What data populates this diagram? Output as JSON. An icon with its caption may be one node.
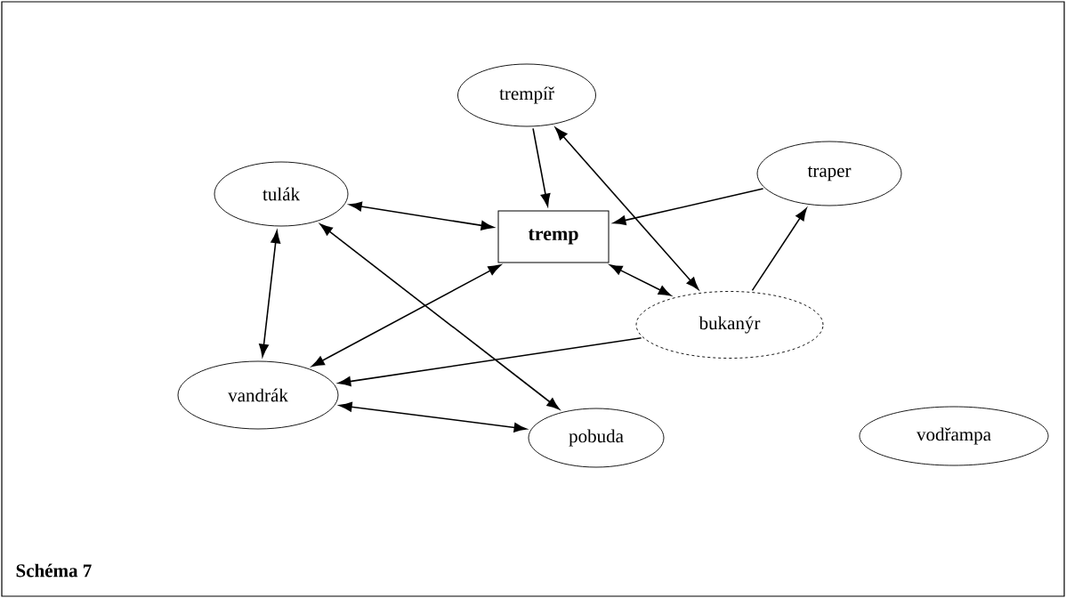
{
  "diagram": {
    "caption": "Schéma 7",
    "nodes": [
      {
        "text": [
          "trempíř"
        ]
      },
      {
        "text": [
          "tulák"
        ]
      },
      {
        "text": [
          "tremp"
        ]
      },
      {
        "text": [
          "traper"
        ]
      },
      {
        "text": [
          "bukanýr"
        ]
      },
      {
        "text": [
          "vandrák"
        ]
      },
      {
        "text": [
          "pobuda"
        ]
      },
      {
        "text": [
          "vodřampa"
        ]
      }
    ],
    "edges": [
      {
        "from": 0,
        "to": 2,
        "arrow": "to"
      },
      {
        "from": 3,
        "to": 2,
        "arrow": "to"
      },
      {
        "from": 1,
        "to": 2,
        "arrow": "both"
      },
      {
        "from": 0,
        "to": 4,
        "arrow": "both"
      },
      {
        "from": 2,
        "to": 4,
        "arrow": "both"
      },
      {
        "from": 4,
        "to": 3,
        "arrow": "to"
      },
      {
        "from": 1,
        "to": 5,
        "arrow": "both"
      },
      {
        "from": 1,
        "to": 6,
        "arrow": "both"
      },
      {
        "from": 2,
        "to": 5,
        "arrow": "both"
      },
      {
        "from": 4,
        "to": 5,
        "arrow": "to"
      },
      {
        "from": 5,
        "to": 6,
        "arrow": "both"
      }
    ]
  }
}
